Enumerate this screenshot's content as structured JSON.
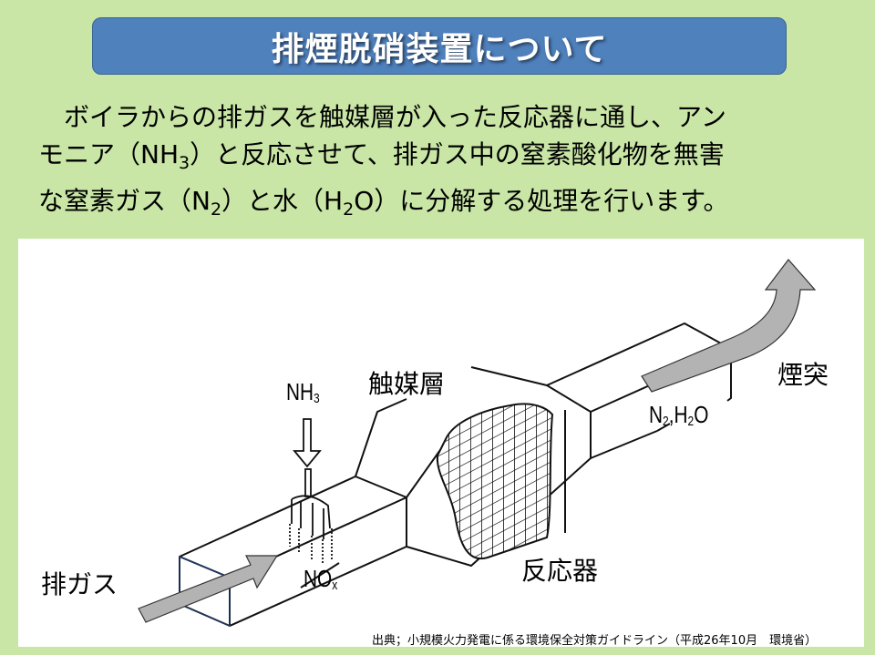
{
  "title": "排煙脱硝装置について",
  "description": {
    "line1": "　ボイラからの排ガスを触媒層が入った反応器に通し、アン",
    "line2_a": "モニア（NH",
    "line2_sub": "3",
    "line2_b": "）と反応させて、排ガス中の窒素酸化物を無害",
    "line3_a": "な窒素ガス（N",
    "line3_sub1": "2",
    "line3_b": "）と水（H",
    "line3_sub2": "2",
    "line3_c": "O）に分解する処理を行います。"
  },
  "diagram": {
    "labels": {
      "exhaust_gas": "排ガス",
      "catalyst_layer": "触媒層",
      "reactor": "反応器",
      "chimney": "煙突",
      "nh3_main": "NH",
      "nh3_sub": "3",
      "nox_main": "NO",
      "nox_sub": "x",
      "out_n": "N",
      "out_n_sub": "2",
      "out_sep": ",",
      "out_h": "H",
      "out_h_sub": "2",
      "out_o": "O"
    },
    "colors": {
      "arrow_fill": "#b3b3b3",
      "line": "#111111"
    }
  },
  "source": "出典；小規模火力発電に係る環境保全対策ガイドライン（平成26年10月　環境省）"
}
